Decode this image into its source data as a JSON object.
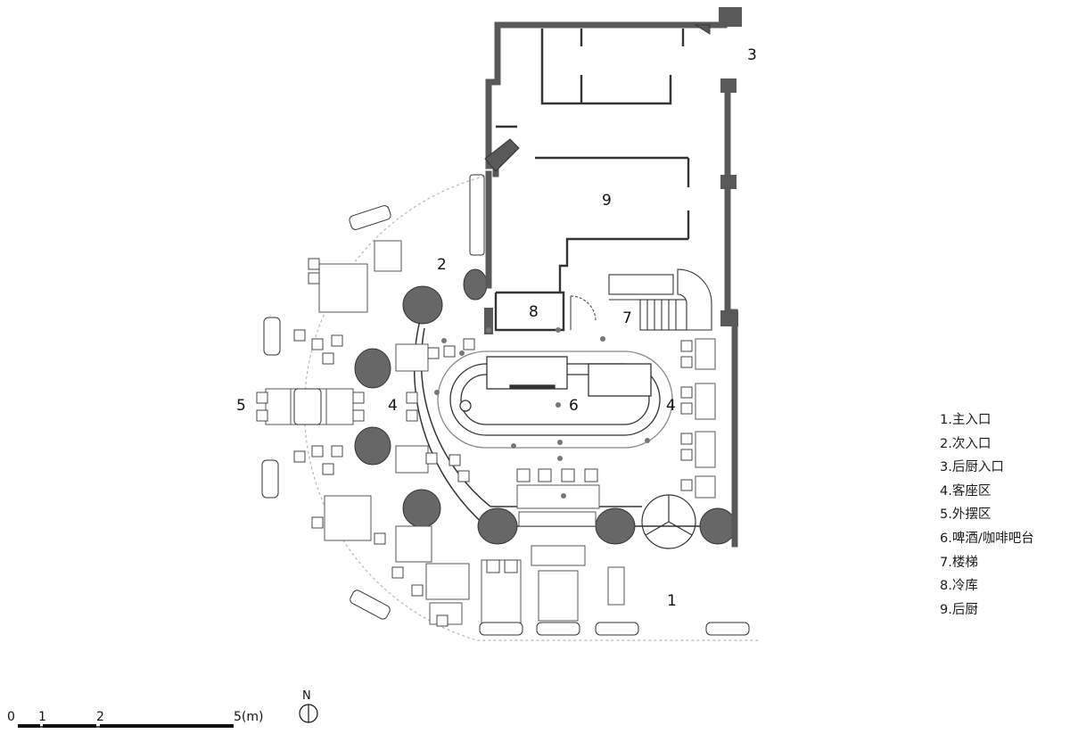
{
  "zones": [
    {
      "id": "z1",
      "label": "1"
    },
    {
      "id": "z2",
      "label": "2"
    },
    {
      "id": "z3",
      "label": "3"
    },
    {
      "id": "z4a",
      "label": "4"
    },
    {
      "id": "z4b",
      "label": "4"
    },
    {
      "id": "z5",
      "label": "5"
    },
    {
      "id": "z6",
      "label": "6"
    },
    {
      "id": "z7",
      "label": "7"
    },
    {
      "id": "z8",
      "label": "8"
    },
    {
      "id": "z9",
      "label": "9"
    }
  ],
  "legend": [
    "1.主入口",
    "2.次入口",
    "3.后厨入口",
    "4.客座区",
    "5.外摆区",
    "6.啤酒/咖啡吧台",
    "7.楼梯",
    "8.冷库",
    "9.后厨"
  ],
  "scale_bar": {
    "ticks": [
      "0",
      "1",
      "2",
      "5(m)"
    ]
  },
  "north_arrow": {
    "label": "N"
  },
  "colors": {
    "wall": "#595959",
    "column": "#676767",
    "line": "#333333",
    "guide": "#b5b5b5"
  }
}
